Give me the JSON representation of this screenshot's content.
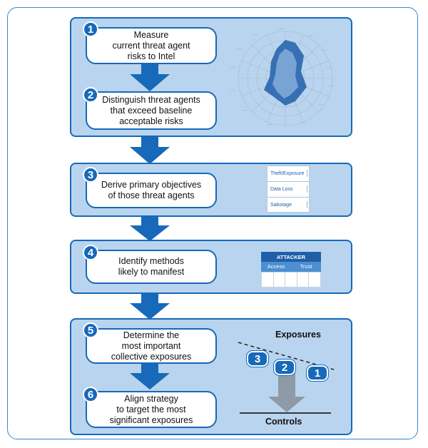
{
  "steps": [
    {
      "num": "1",
      "lines": [
        "Measure",
        "current threat agent",
        "risks to Intel"
      ]
    },
    {
      "num": "2",
      "lines": [
        "Distinguish threat agents",
        "that exceed baseline",
        "acceptable risks"
      ]
    },
    {
      "num": "3",
      "lines": [
        "Derive primary objectives",
        "of those threat agents"
      ]
    },
    {
      "num": "4",
      "lines": [
        "Identify methods",
        "likely to manifest"
      ]
    },
    {
      "num": "5",
      "lines": [
        "Determine the",
        "most important",
        "collective exposures"
      ]
    },
    {
      "num": "6",
      "lines": [
        "Align strategy",
        "to target the most",
        "significant exposures"
      ]
    }
  ],
  "objectives_table": {
    "rows": [
      "Theft/Exposure",
      "Data Loss",
      "Sabotage"
    ]
  },
  "attacker_table": {
    "header": "ATTACKER",
    "columns": [
      "Access",
      "Trust"
    ]
  },
  "exposures_diagram": {
    "top_label": "Exposures",
    "bottom_label": "Controls",
    "badges": [
      "3",
      "2",
      "1"
    ]
  },
  "colors": {
    "primary": "#1769b9",
    "panel": "#b9d4ee",
    "arrow_gray": "#8e9aa6"
  }
}
